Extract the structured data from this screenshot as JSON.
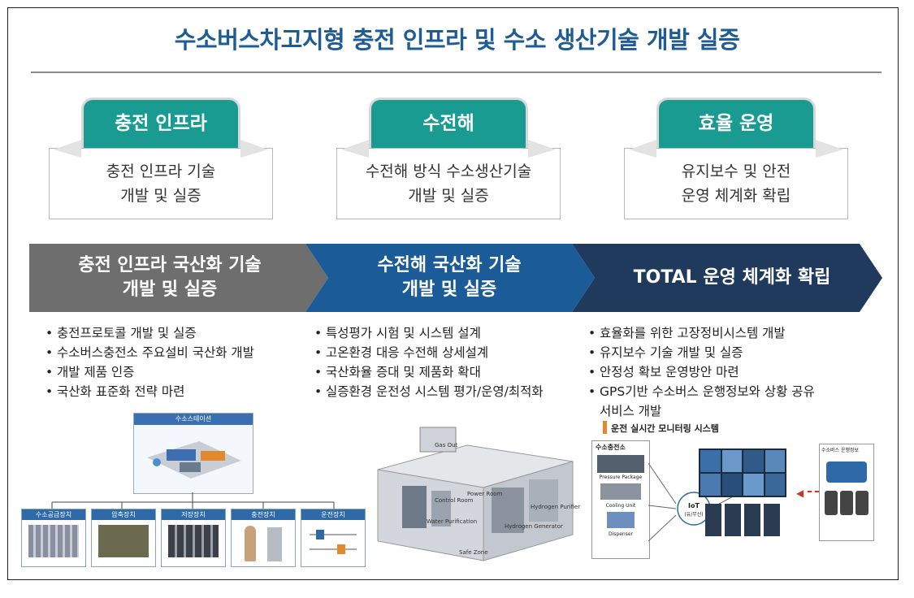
{
  "title": "수소버스차고지형 충전 인프라 및 수소 생산기술 개발 실증",
  "categories": [
    {
      "tab": "충전 인프라",
      "line1": "충전 인프라 기술",
      "line2": "개발 및 실증"
    },
    {
      "tab": "수전해",
      "line1": "수전해 방식 수소생산기술",
      "line2": "개발 및 실증"
    },
    {
      "tab": "효율 운영",
      "line1": "유지보수 및 안전",
      "line2": "운영 체계화 확립"
    }
  ],
  "banner": [
    {
      "line1": "충전 인프라 국산화 기술",
      "line2": "개발 및 실증"
    },
    {
      "line1": "수전해 국산화 기술",
      "line2": "개발 및 실증"
    },
    {
      "line1": "TOTAL 운영 체계화 확립",
      "line2": ""
    }
  ],
  "colors": {
    "title": "#1f5c94",
    "tab": "#199b91",
    "seg1": "#6e6e6e",
    "seg2": "#1b5c98",
    "seg3": "#1f3a5c"
  },
  "bullets1": [
    "충전프로토콜 개발 및 실증",
    "수소버스충전소 주요설비 국산화 개발",
    "개발 제품 인증",
    "국산화 표준화 전략 마련"
  ],
  "bullets2": [
    "특성평가 시험 및 시스템 설계",
    "고온환경 대응 수전해 상세설계",
    "국산화율 증대 및 제품화 확대",
    "실증환경 운전성 시스템 평가/운영/최적화"
  ],
  "bullets3": [
    "효율화를 위한 고장정비시스템 개발",
    "유지보수 기술 개발 및 실증",
    "안정성 확보 운영방안 마련",
    "GPS기반 수소버스 운행정보와 상황 공유",
    "서비스 개발"
  ],
  "station": {
    "header": "수소스테이션",
    "units": [
      "수소공급장치",
      "압축장치",
      "저장장치",
      "충전장치",
      "운전장치"
    ]
  },
  "monitoring": {
    "title": "운전 실시간 모니터링 시스템",
    "left_header": "수소충전소",
    "left_items": [
      "Pressure Package",
      "Cooling Unit",
      "Dispenser"
    ],
    "iot": "IoT",
    "iot_sub": "(유/무선)",
    "right_header": "수소버스 운행정보"
  },
  "electrolyzer": {
    "labels": [
      "Gas Out",
      "Control Room",
      "Power Room",
      "Hydrogen Purifier",
      "Water Purification",
      "Hydrogen Generator",
      "Safe Zone"
    ]
  }
}
